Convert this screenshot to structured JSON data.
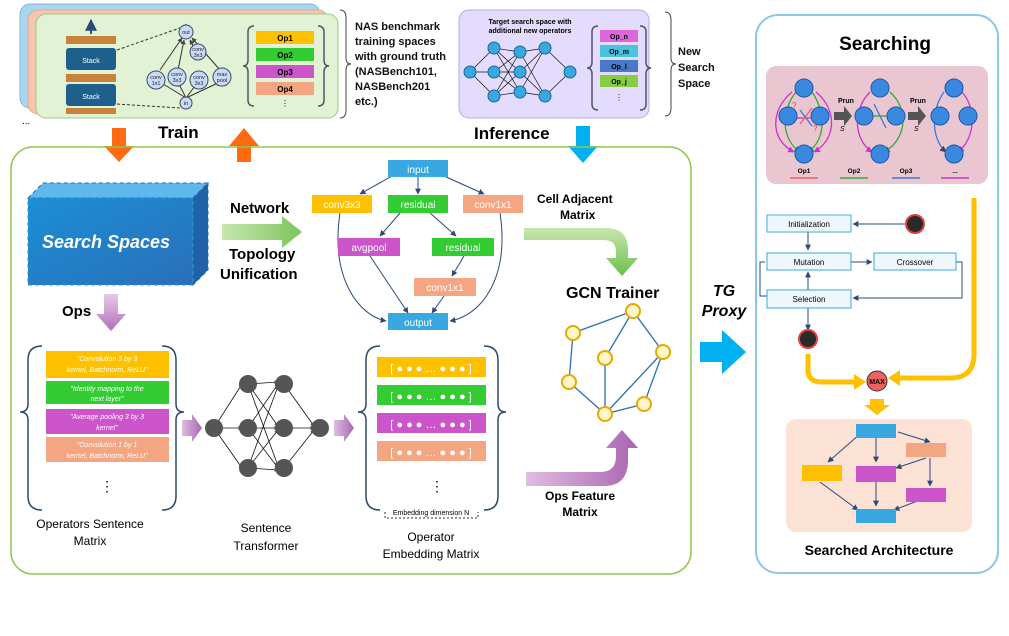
{
  "top": {
    "stack_label": "Stack",
    "nodes": {
      "out": "out",
      "in": "in",
      "conv1x1": "conv\n1x1",
      "conv3x3a": "conv\n3x3",
      "conv3x3b": "conv\n3x3",
      "conv3x3c": "conv\n3x3",
      "maxpool": "max\npool"
    },
    "ops": [
      "Op1",
      "Op2",
      "Op3",
      "Op4"
    ],
    "nas_text": [
      "NAS benchmark",
      "training spaces",
      "with ground truth",
      "(NASBench101,",
      "NASBench201",
      "etc.)"
    ],
    "target_text": [
      "Target search space with",
      "additional new operators"
    ],
    "new_ops": [
      "Op_n",
      "Op_m",
      "Op_l",
      "Op_j"
    ],
    "new_space": [
      "New",
      "Search",
      "Space"
    ],
    "train": "Train",
    "inference": "Inference",
    "ellipsis": "⋮",
    "dots": "..."
  },
  "main": {
    "search_spaces": "Search Spaces",
    "network": "Network",
    "topology": "Topology",
    "unification": "Unification",
    "ops": "Ops",
    "graph": {
      "input": "input",
      "conv3x3": "conv3x3",
      "residual1": "residual",
      "conv1x1a": "conv1x1",
      "avgpool": "avgpool",
      "residual2": "residual",
      "conv1x1b": "conv1x1",
      "output": "output"
    },
    "cell_adjacent": [
      "Cell Adjacent",
      "Matrix"
    ],
    "gcn_trainer": "GCN Trainer",
    "sentences": [
      "\"Convolution 3 by 3 kernel, Batchnorm, ReLU\"",
      "\"Identity mapping to the next layer\"",
      "\"Average pooling 3 by 3 kernel\"",
      "\"Convolution 1 by 1 kernel, Batchnorm, ReLU\""
    ],
    "operators_sentence": [
      "Operators Sentence",
      "Matrix"
    ],
    "sentence_transformer": [
      "Sentence",
      "Transformer"
    ],
    "embedding_row": "[ ● ● ● … ● ● ● ]",
    "embedding_dim": "Embedding dimension N",
    "operator_embedding": [
      "Operator",
      "Embedding Matrix"
    ],
    "ops_feature": [
      "Ops Feature",
      "Matrix"
    ],
    "tg_proxy": [
      "TG",
      "Proxy"
    ]
  },
  "right": {
    "searching": "Searching",
    "prun": "Prun",
    "s": "S",
    "q": "?",
    "op_labels": [
      "Op1",
      "Op2",
      "Op3",
      "..."
    ],
    "initialization": "Initialization",
    "mutation": "Mutation",
    "crossover": "Crossover",
    "selection": "Selection",
    "max": "MAX",
    "searched_architecture": "Searched Architecture"
  },
  "colors": {
    "yellow": "#ffc000",
    "green": "#33cc33",
    "purple": "#cc55cc",
    "salmon": "#f4a582",
    "blue_box": "#3aa8e0",
    "cyan": "#00b0f0",
    "orange": "#ff6a13",
    "panel_green": "#e6f5d9",
    "panel_purple": "#e4dcff",
    "panel_pink": "#e9c6d0",
    "panel_peach": "#fbe2d5"
  }
}
